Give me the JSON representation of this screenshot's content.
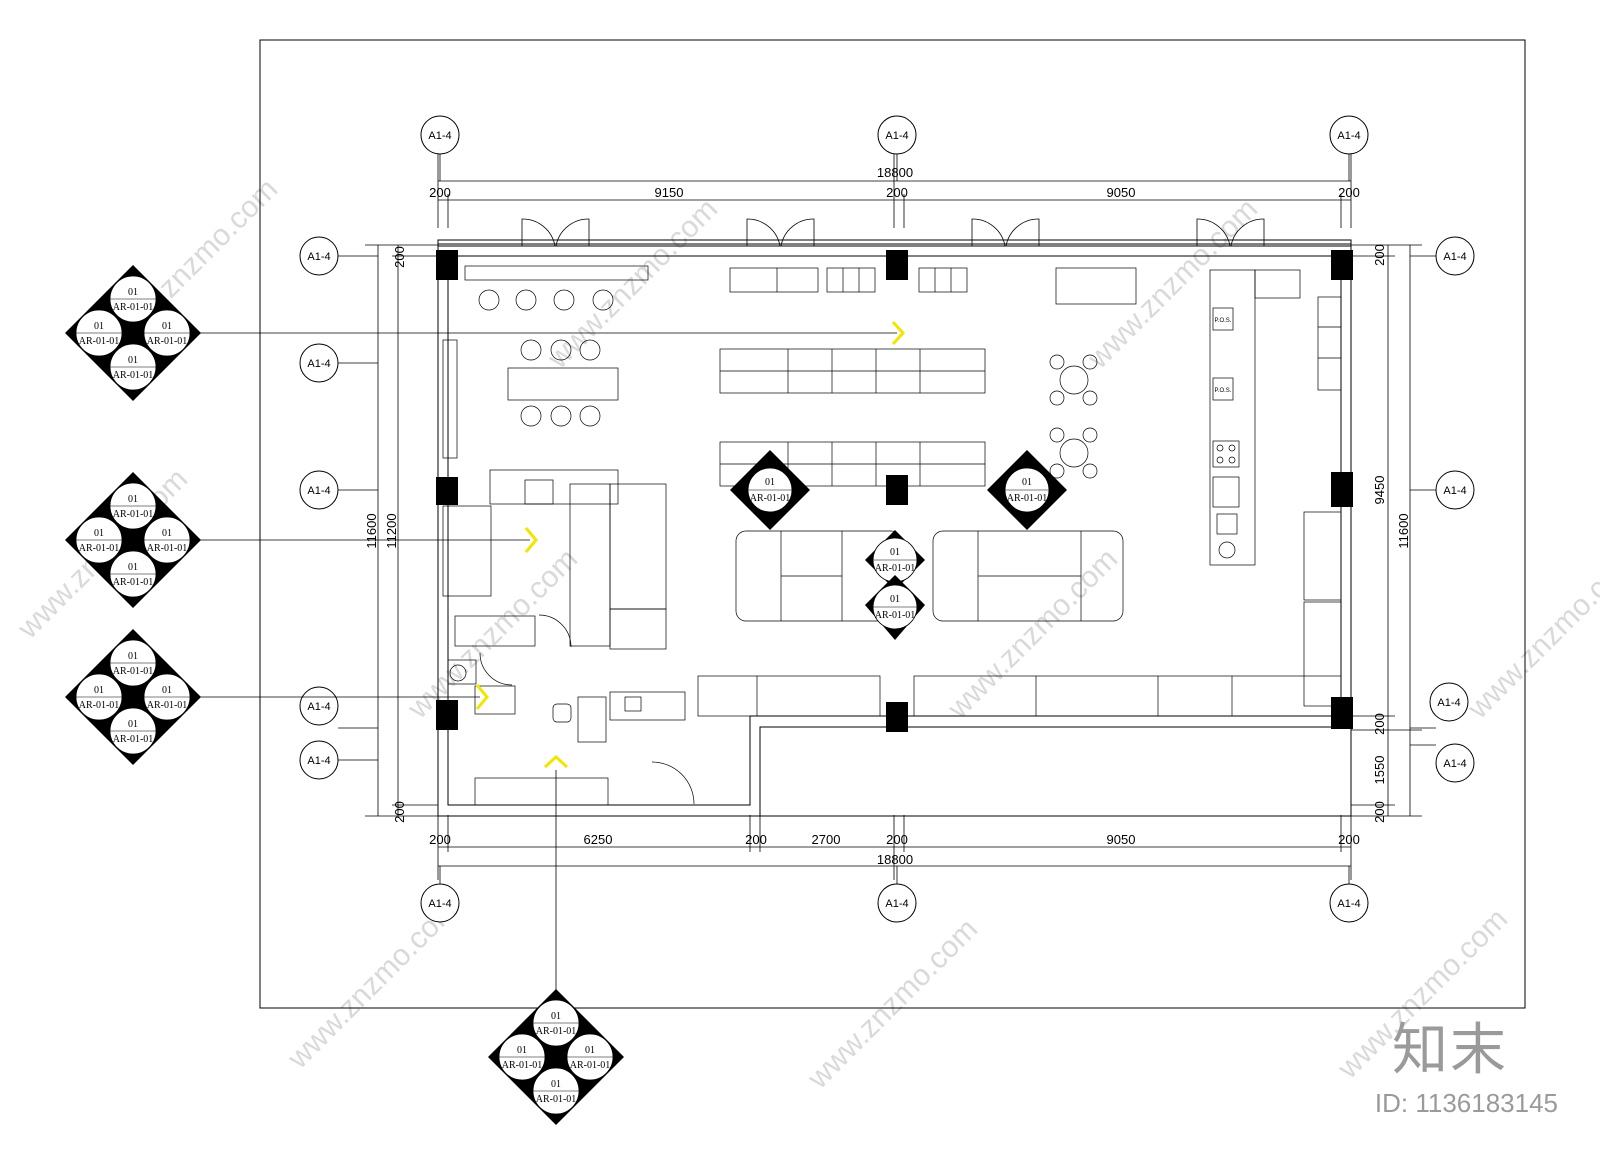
{
  "grid_tag": "A1-4",
  "dims": {
    "total_top": "18800",
    "total_bottom": "18800",
    "top_segments": [
      "200",
      "9150",
      "200",
      "9050",
      "200"
    ],
    "bottom_segments": [
      "200",
      "6250",
      "200",
      "2700",
      "200",
      "9050",
      "200"
    ],
    "left_outer": "11600",
    "left_inner": "11200",
    "left_top": "200",
    "left_bottom": "200",
    "right_top": "200",
    "right_main": "9450",
    "right_mid": "200",
    "right_low": "1550",
    "right_bottom": "200",
    "right_outer": "11600"
  },
  "elevation_marker": {
    "number": "01",
    "sheet": "AR-01-01"
  },
  "pos_label": "P.O.S.",
  "watermark": "www.znzmo.com",
  "brand": "知末",
  "image_id": "ID: 1136183145",
  "colors": {
    "arrow": "#f2e600",
    "line": "#000000",
    "watermark": "#d9d9d9"
  }
}
